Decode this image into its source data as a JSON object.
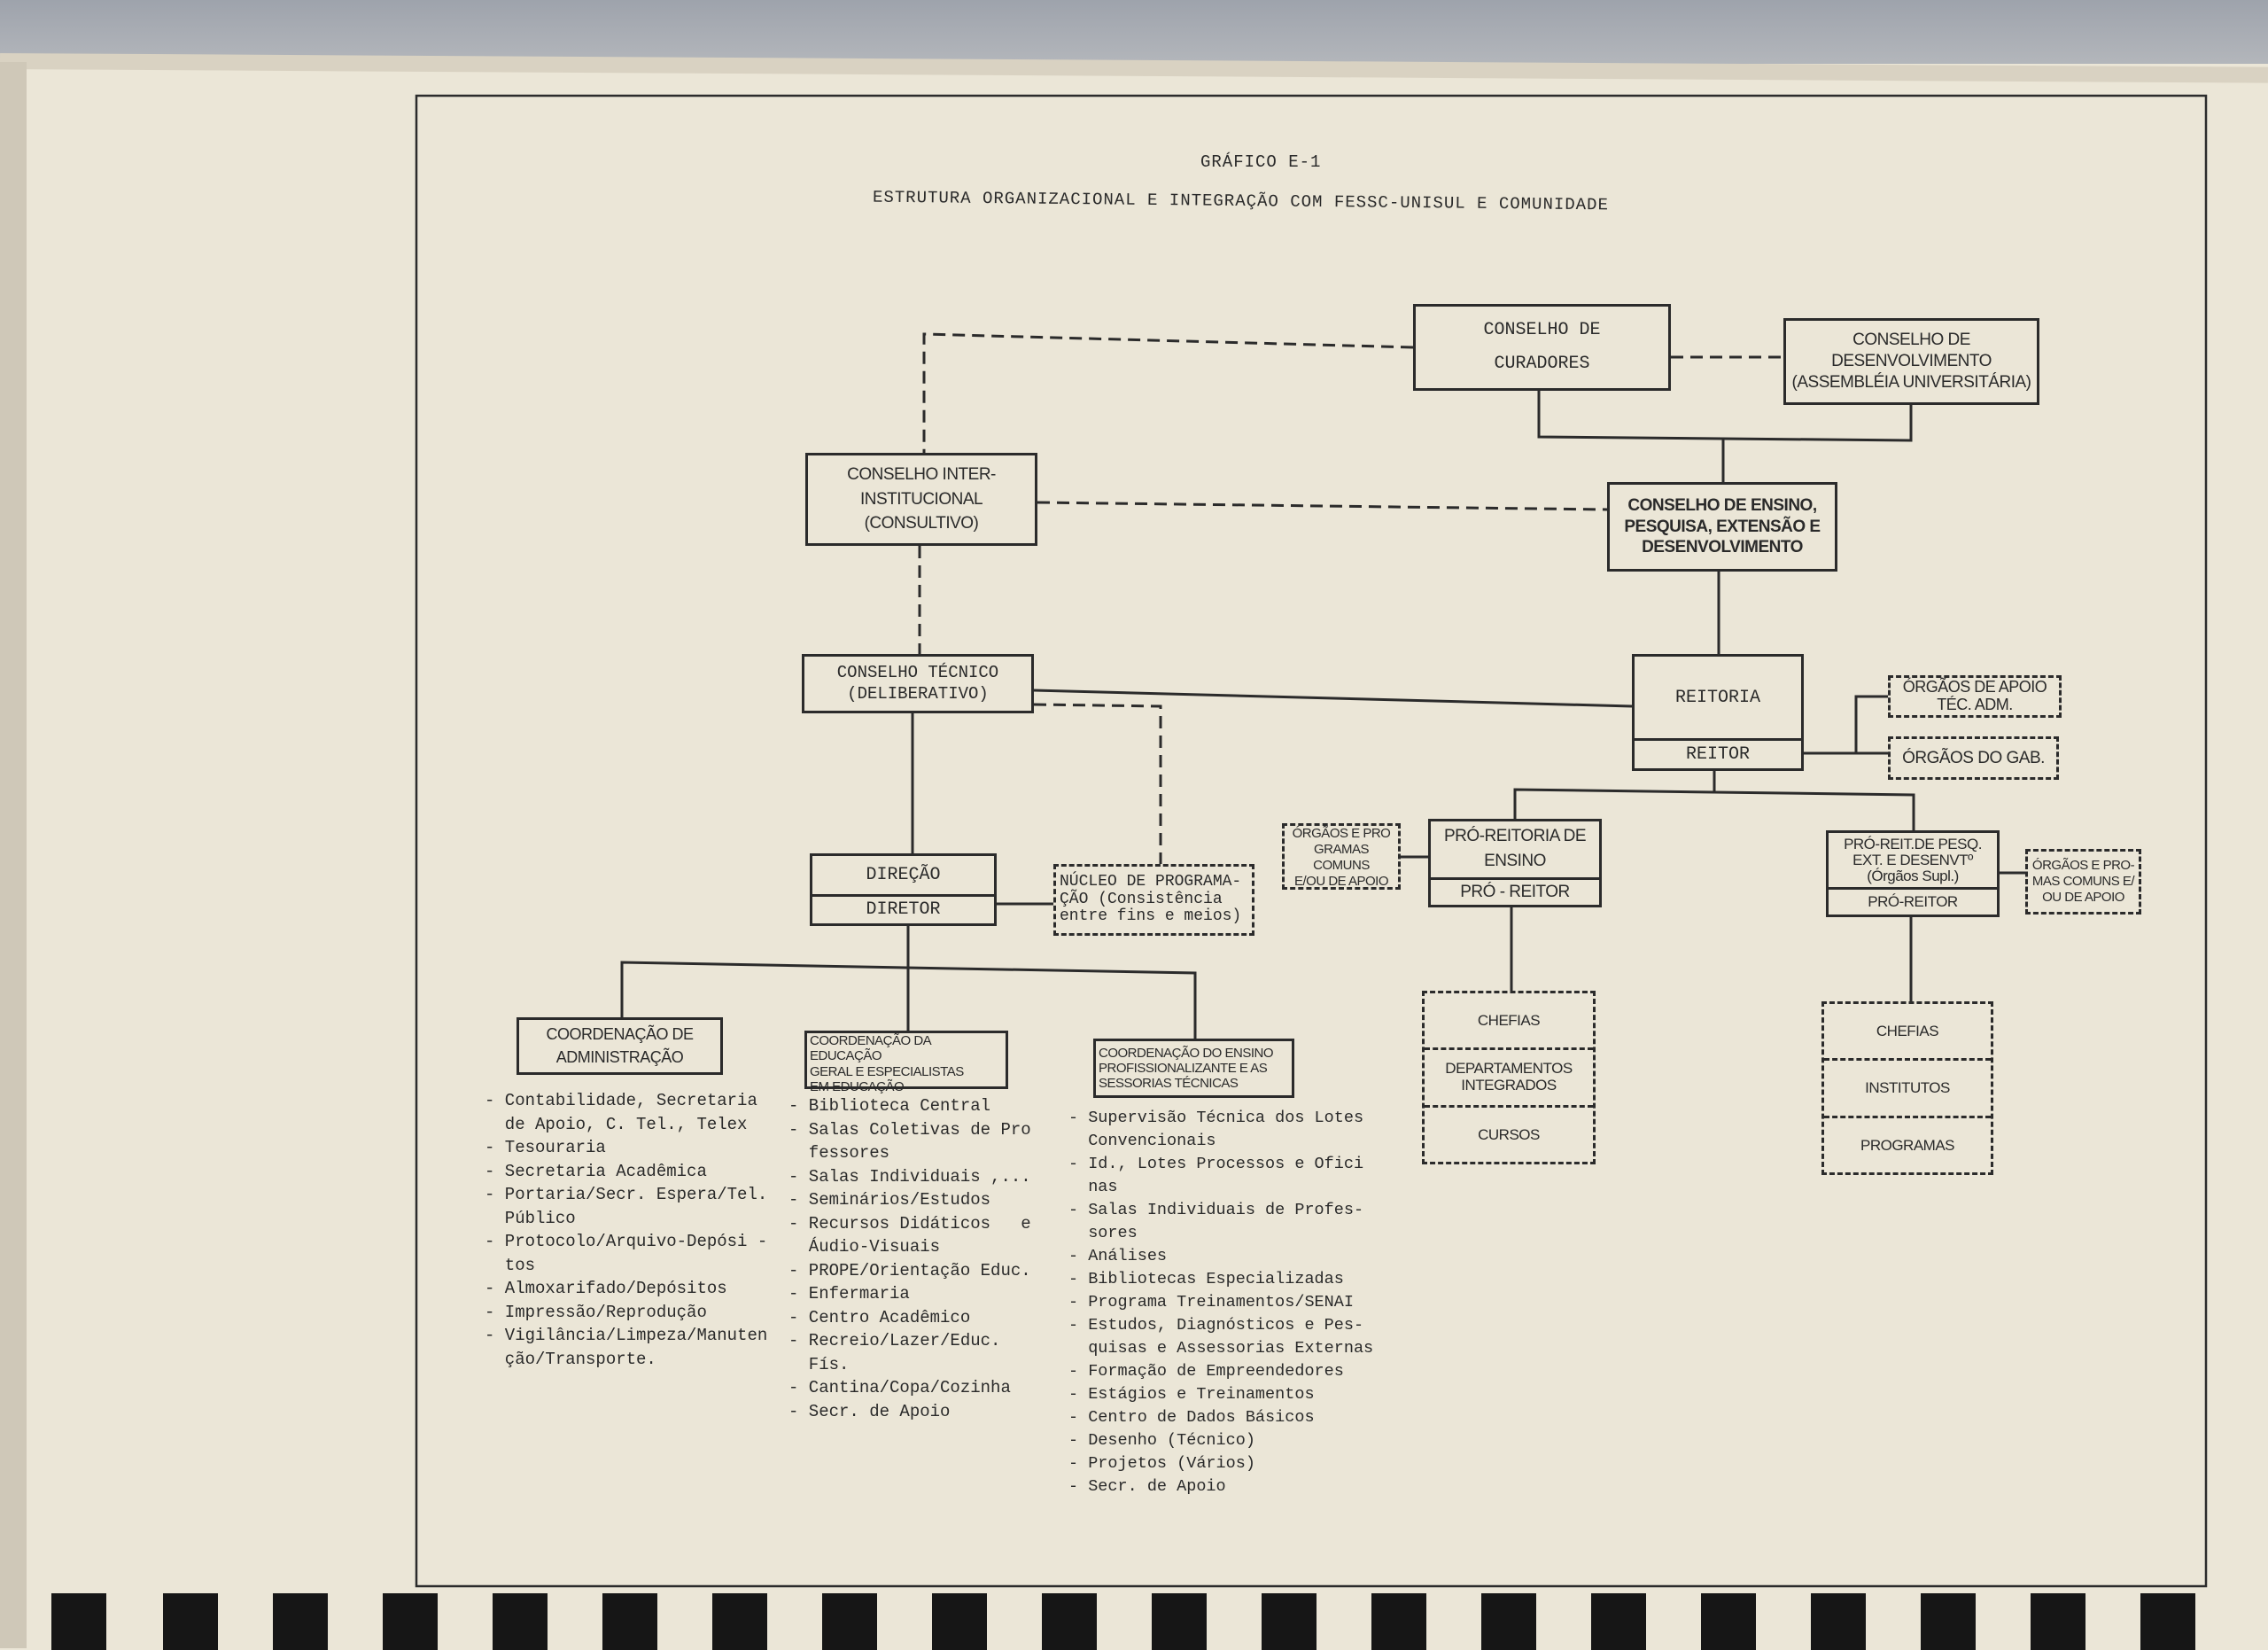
{
  "header": {
    "chart_number": "GRÁFICO E-1",
    "title": "ESTRUTURA ORGANIZACIONAL E INTEGRAÇÃO COM FESSC-UNISUL E COMUNIDADE"
  },
  "boxes": {
    "curadores": "CONSELHO DE\nCURADORES",
    "desenvolvimento": "CONSELHO DE\nDESENVOLVIMENTO\n(ASSEMBLÉIA UNIVERSITÁRIA)",
    "inter": "CONSELHO INTER-\nINSTITUCIONAL\n(CONSULTIVO)",
    "ensino": "CONSELHO DE ENSINO,\nPESQUISA, EXTENSÃO E\nDESENVOLVIMENTO",
    "tecnico": "CONSELHO TÉCNICO\n(DELIBERATIVO)",
    "reitoria": "REITORIA",
    "reitor": "REITOR",
    "apoio_tec": "ÓRGÃOS DE APOIO\nTÉC. ADM.",
    "gab": "ÓRGÃOS DO GAB.",
    "direcao": "DIREÇÃO",
    "diretor": "DIRETOR",
    "nucleo": "NÚCLEO DE PROGRAMA-\nÇÃO (Consistência\nentre fins e meios)",
    "orgaos_ensino": "ÓRGÃOS E PRO\nGRAMAS COMUNS\nE/OU DE APOIO",
    "pro_ensino": "PRÓ-REITORIA DE\nENSINO",
    "pro_reitor_ensino": "PRÓ - REITOR",
    "pro_pesq": "PRÓ-REIT.DE PESQ.\nEXT. E DESENVTº\n(Órgãos Supl.)",
    "pro_reitor_pesq": "PRÓ-REITOR",
    "orgaos_pesq": "ÓRGÃOS E PRO-\nMAS COMUNS E/\nOU DE APOIO",
    "chefias_l": [
      "CHEFIAS",
      "DEPARTAMENTOS\nINTEGRADOS",
      "CURSOS"
    ],
    "chefias_r": [
      "CHEFIAS",
      "INSTITUTOS",
      "PROGRAMAS"
    ],
    "coord_adm": "COORDENAÇÃO DE\nADMINISTRAÇÃO",
    "coord_edu": "COORDENAÇÃO DA EDUCAÇÃO\nGERAL E ESPECIALISTAS\nEM EDUCAÇÃO",
    "coord_ens": "COORDENAÇÃO DO ENSINO\nPROFISSIONALIZANTE E AS\nSESSORIAS TÉCNICAS"
  },
  "lists": {
    "adm": "- Contabilidade, Secretaria\n  de Apoio, C. Tel., Telex\n- Tesouraria\n- Secretaria Acadêmica\n- Portaria/Secr. Espera/Tel.\n  Público\n- Protocolo/Arquivo-Depósi -\n  tos\n- Almoxarifado/Depósitos\n- Impressão/Reprodução\n- Vigilância/Limpeza/Manuten\n  ção/Transporte.",
    "edu": "- Biblioteca Central\n- Salas Coletivas de Pro\n  fessores\n- Salas Individuais ,...\n- Seminários/Estudos\n- Recursos Didáticos   e\n  Áudio-Visuais\n- PROPE/Orientação Educ.\n- Enfermaria\n- Centro Acadêmico\n- Recreio/Lazer/Educ.\n  Fís.\n- Cantina/Copa/Cozinha\n- Secr. de Apoio",
    "ens": "- Supervisão Técnica dos Lotes\n  Convencionais\n- Id., Lotes Processos e Ofici\n  nas\n- Salas Individuais de Profes-\n  sores\n- Análises\n- Bibliotecas Especializadas\n- Programa Treinamentos/SENAI\n- Estudos, Diagnósticos e Pes-\n  quisas e Assessorias Externas\n- Formação de Empreendedores\n- Estágios e Treinamentos\n- Centro de Dados Básicos\n- Desenho (Técnico)\n- Projetos (Vários)\n- Secr. de Apoio"
  }
}
